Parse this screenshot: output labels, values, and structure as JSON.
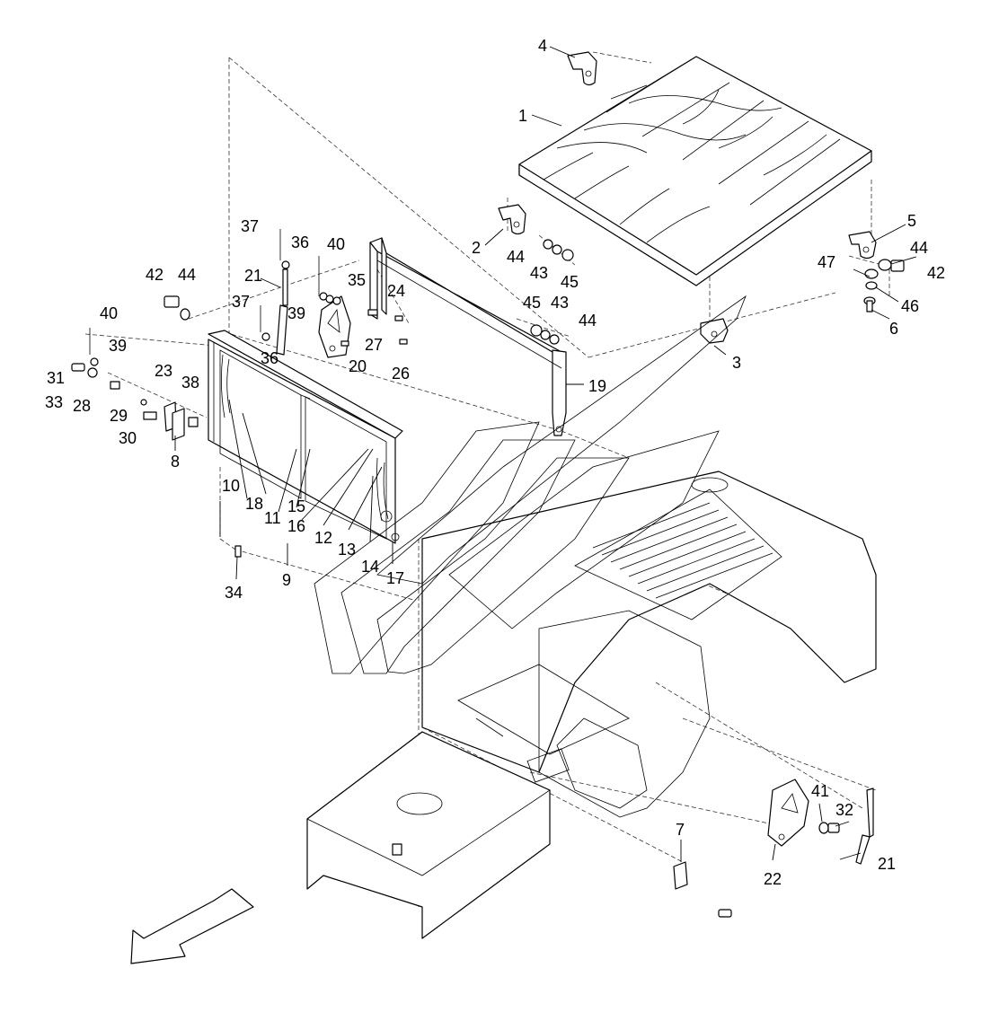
{
  "callouts": [
    {
      "id": "c1",
      "label": "1"
    },
    {
      "id": "c2",
      "label": "2"
    },
    {
      "id": "c3",
      "label": "3"
    },
    {
      "id": "c4",
      "label": "4"
    },
    {
      "id": "c5",
      "label": "5"
    },
    {
      "id": "c6",
      "label": "6"
    },
    {
      "id": "c7",
      "label": "7"
    },
    {
      "id": "c8",
      "label": "8"
    },
    {
      "id": "c9",
      "label": "9"
    },
    {
      "id": "c10",
      "label": "10"
    },
    {
      "id": "c11",
      "label": "11"
    },
    {
      "id": "c12",
      "label": "12"
    },
    {
      "id": "c13",
      "label": "13"
    },
    {
      "id": "c14",
      "label": "14"
    },
    {
      "id": "c15",
      "label": "15"
    },
    {
      "id": "c16",
      "label": "16"
    },
    {
      "id": "c17",
      "label": "17"
    },
    {
      "id": "c18",
      "label": "18"
    },
    {
      "id": "c19",
      "label": "19"
    },
    {
      "id": "c20",
      "label": "20"
    },
    {
      "id": "c21a",
      "label": "21"
    },
    {
      "id": "c21b",
      "label": "21"
    },
    {
      "id": "c22",
      "label": "22"
    },
    {
      "id": "c23",
      "label": "23"
    },
    {
      "id": "c24",
      "label": "24"
    },
    {
      "id": "c26",
      "label": "26"
    },
    {
      "id": "c27",
      "label": "27"
    },
    {
      "id": "c28",
      "label": "28"
    },
    {
      "id": "c29",
      "label": "29"
    },
    {
      "id": "c30",
      "label": "30"
    },
    {
      "id": "c31",
      "label": "31"
    },
    {
      "id": "c32",
      "label": "32"
    },
    {
      "id": "c33",
      "label": "33"
    },
    {
      "id": "c34",
      "label": "34"
    },
    {
      "id": "c35",
      "label": "35"
    },
    {
      "id": "c36a",
      "label": "36"
    },
    {
      "id": "c36b",
      "label": "36"
    },
    {
      "id": "c37a",
      "label": "37"
    },
    {
      "id": "c37b",
      "label": "37"
    },
    {
      "id": "c38",
      "label": "38"
    },
    {
      "id": "c39a",
      "label": "39"
    },
    {
      "id": "c39b",
      "label": "39"
    },
    {
      "id": "c40a",
      "label": "40"
    },
    {
      "id": "c40b",
      "label": "40"
    },
    {
      "id": "c41",
      "label": "41"
    },
    {
      "id": "c42a",
      "label": "42"
    },
    {
      "id": "c42b",
      "label": "42"
    },
    {
      "id": "c43a",
      "label": "43"
    },
    {
      "id": "c43b",
      "label": "43"
    },
    {
      "id": "c44a",
      "label": "44"
    },
    {
      "id": "c44b",
      "label": "44"
    },
    {
      "id": "c44c",
      "label": "44"
    },
    {
      "id": "c44d",
      "label": "44"
    },
    {
      "id": "c45a",
      "label": "45"
    },
    {
      "id": "c45b",
      "label": "45"
    },
    {
      "id": "c46",
      "label": "46"
    },
    {
      "id": "c47",
      "label": "47"
    }
  ],
  "front_arrow_icon": "direction-arrow-icon",
  "colors": {
    "line": "#000000",
    "background": "#ffffff"
  }
}
